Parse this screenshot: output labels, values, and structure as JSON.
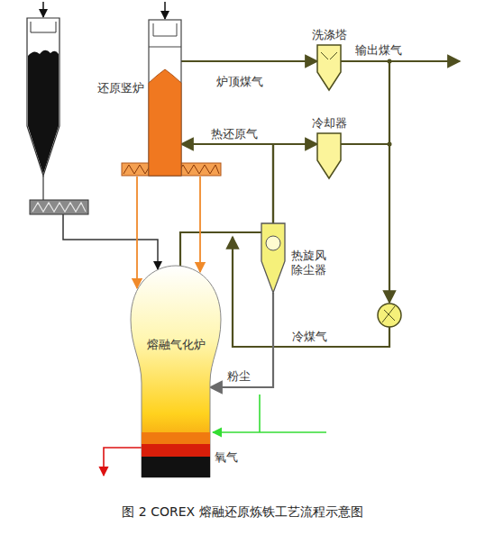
{
  "diagram": {
    "caption": "图 2 COREX 熔融还原炼铁工艺流程示意图",
    "nodes": [
      {
        "text": [
          "还原竖炉"
        ]
      },
      {
        "text": [
          "洗涤塔"
        ]
      },
      {
        "text": [
          "冷却器"
        ]
      },
      {
        "text": [
          "热旋风除尘器"
        ]
      },
      {
        "text": [
          "熔融气化炉"
        ]
      }
    ],
    "edges": [
      {
        "from": 0,
        "to": 1,
        "arrow": "to",
        "label": "炉顶煤气"
      },
      {
        "from": 4,
        "to": 3,
        "arrow": "none"
      },
      {
        "from": 3,
        "to": 0,
        "arrow": "to",
        "label": "热还原气"
      },
      {
        "from": 3,
        "to": 2,
        "arrow": "to"
      },
      {
        "from": 3,
        "to": 4,
        "arrow": "to",
        "label": "粉尘"
      },
      {
        "from": 0,
        "to": 4,
        "arrow": "to"
      },
      {
        "from": 0,
        "to": 4,
        "arrow": "to"
      }
    ],
    "labels": [
      "输出煤气",
      "冷煤气",
      "氧气"
    ]
  }
}
